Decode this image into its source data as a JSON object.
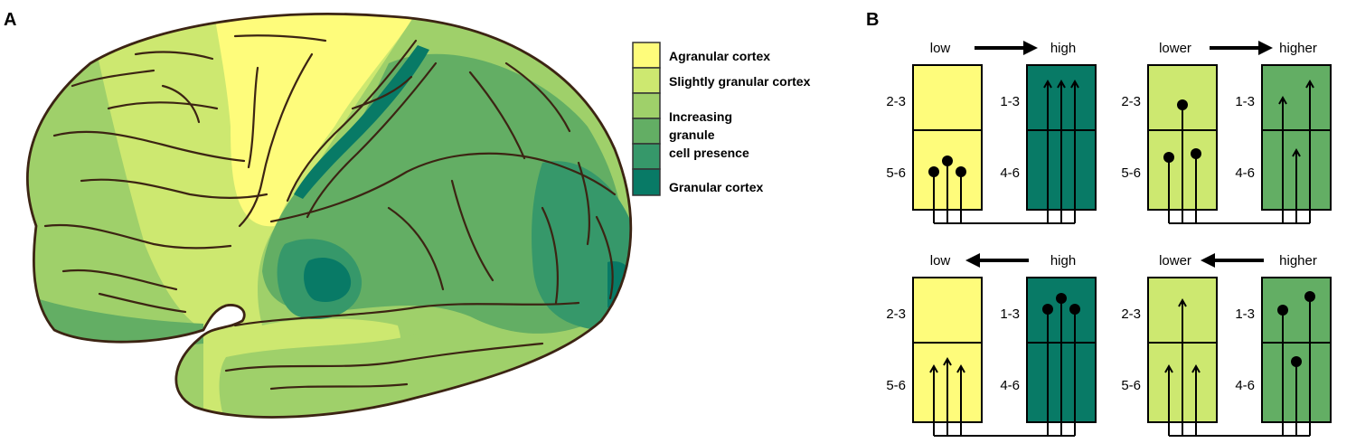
{
  "panel_a": {
    "letter": "A",
    "legend": {
      "items": [
        {
          "label": "Agranular cortex",
          "color": "#fefc7b"
        },
        {
          "label": "Slightly granular cortex",
          "color": "#cde870"
        },
        {
          "label": "",
          "color": "#9fd06a"
        },
        {
          "label": "",
          "color": "#63ae64"
        },
        {
          "label": "",
          "color": "#36986a"
        },
        {
          "label": "Granular cortex",
          "color": "#087a66"
        }
      ],
      "increasing_lines": [
        "Increasing",
        "granule",
        "cell presence"
      ]
    }
  },
  "panel_b": {
    "letter": "B",
    "diagrams": [
      {
        "left_word": "low",
        "right_word": "high",
        "direction": "right",
        "left_upper_layer": "2-3",
        "left_lower_layer": "5-6",
        "right_upper_layer": "1-3",
        "right_lower_layer": "4-6",
        "left_color": "#fefc7b",
        "right_color": "#087a66"
      },
      {
        "left_word": "lower",
        "right_word": "higher",
        "direction": "right",
        "left_upper_layer": "2-3",
        "left_lower_layer": "5-6",
        "right_upper_layer": "1-3",
        "right_lower_layer": "4-6",
        "left_color": "#cde870",
        "right_color": "#63ae64"
      },
      {
        "left_word": "low",
        "right_word": "high",
        "direction": "left",
        "left_upper_layer": "2-3",
        "left_lower_layer": "5-6",
        "right_upper_layer": "1-3",
        "right_lower_layer": "4-6",
        "left_color": "#fefc7b",
        "right_color": "#087a66"
      },
      {
        "left_word": "lower",
        "right_word": "higher",
        "direction": "left",
        "left_upper_layer": "2-3",
        "left_lower_layer": "5-6",
        "right_upper_layer": "1-3",
        "right_lower_layer": "4-6",
        "left_color": "#cde870",
        "right_color": "#63ae64"
      }
    ]
  },
  "colors": {
    "outline": "#3c2413",
    "agranular": "#fefc7b",
    "slightly": "#cde870",
    "g3": "#9fd06a",
    "g4": "#63ae64",
    "g5": "#36986a",
    "granular": "#087a66"
  }
}
